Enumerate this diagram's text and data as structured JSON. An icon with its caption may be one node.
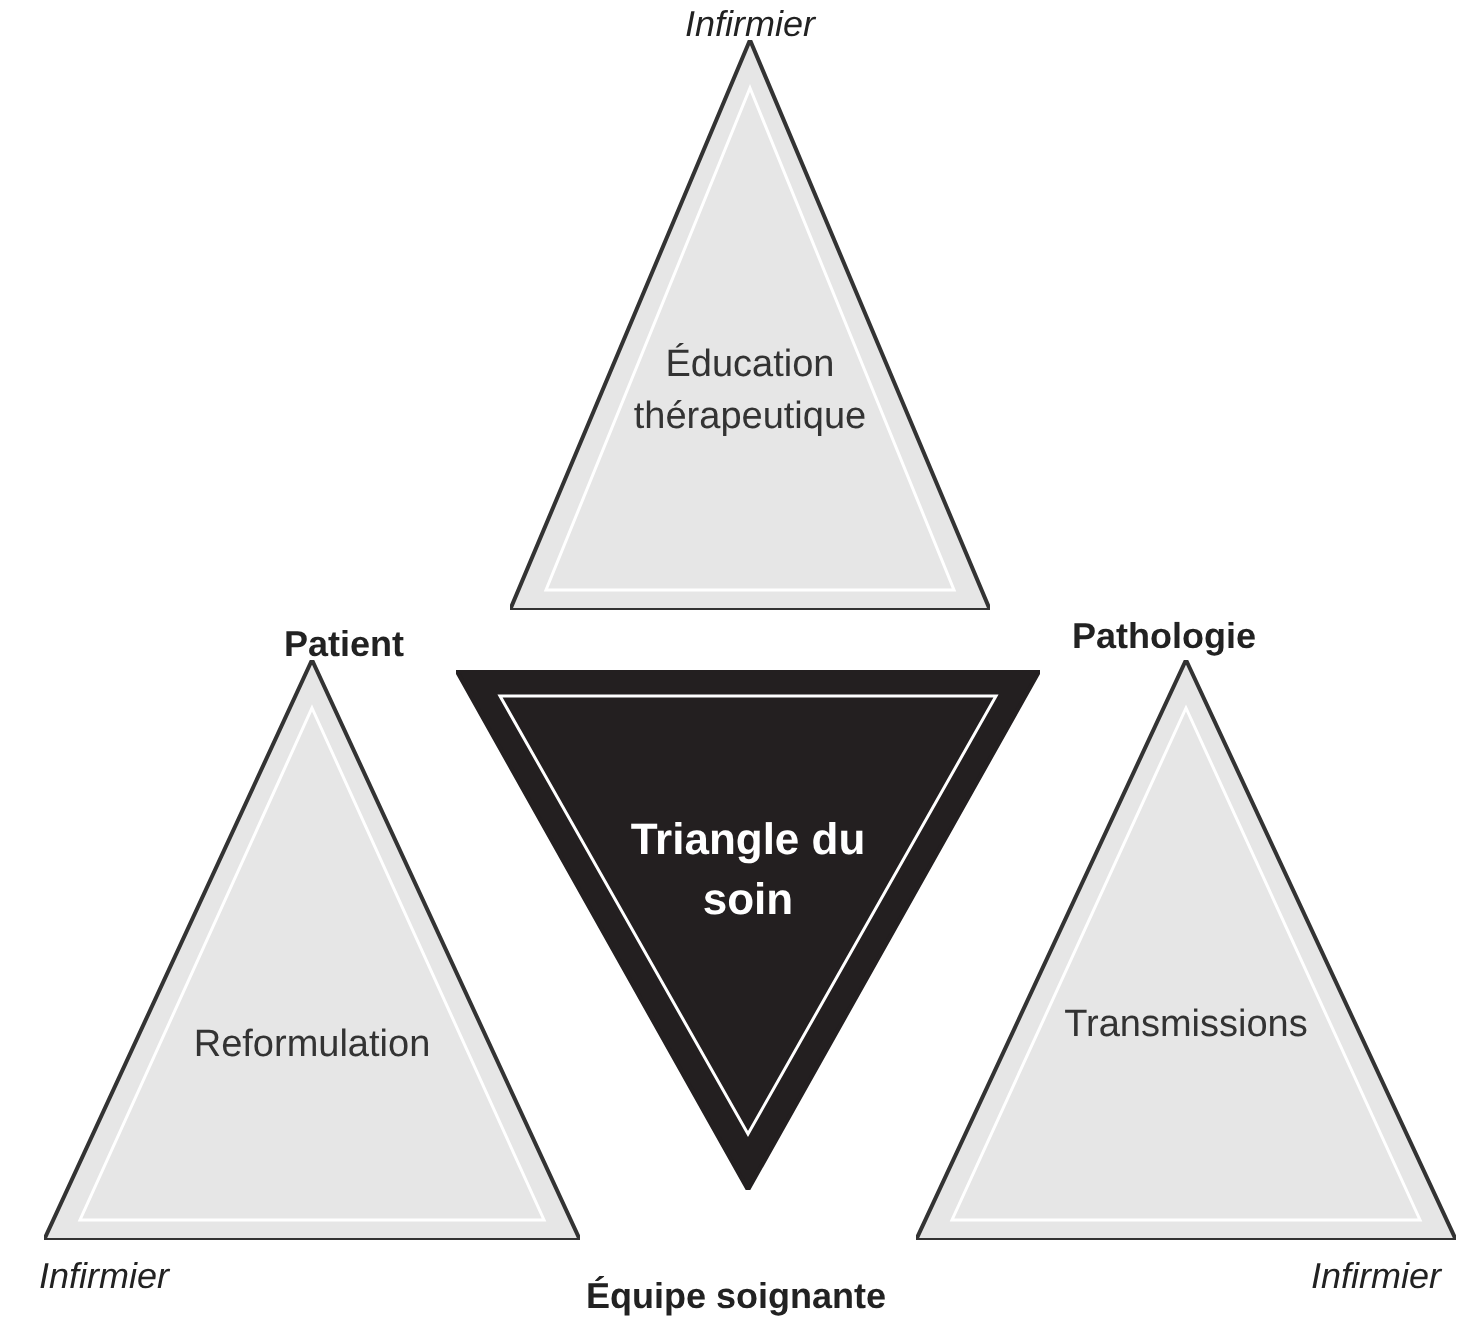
{
  "diagram": {
    "nodes": [
      {
        "text": [
          "Éducation thérapeutique"
        ]
      },
      {
        "text": [
          "Triangle du soin"
        ]
      },
      {
        "text": [
          "Reformulation"
        ]
      },
      {
        "text": [
          "Transmissions"
        ]
      }
    ],
    "labels": [
      "Infirmier",
      "Patient",
      "Pathologie",
      "Infirmier",
      "Équipe soignante",
      "Infirmier"
    ]
  }
}
